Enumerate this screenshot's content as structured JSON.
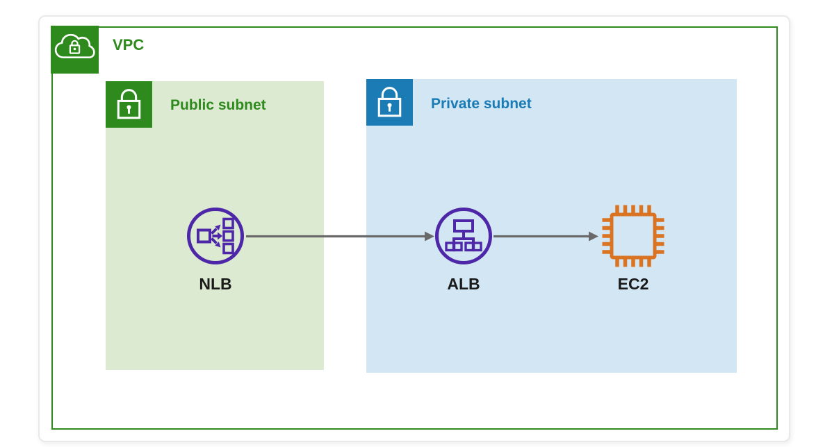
{
  "vpc": {
    "label": "VPC",
    "icon": "vpc-cloud-lock-icon"
  },
  "subnets": [
    {
      "id": "public",
      "label": "Public subnet",
      "icon": "lock-icon",
      "type": "public"
    },
    {
      "id": "private",
      "label": "Private subnet",
      "icon": "lock-icon",
      "type": "private"
    }
  ],
  "nodes": [
    {
      "id": "nlb",
      "label": "NLB",
      "icon": "network-load-balancer-icon",
      "subnet": "public"
    },
    {
      "id": "alb",
      "label": "ALB",
      "icon": "application-load-balancer-icon",
      "subnet": "private"
    },
    {
      "id": "ec2",
      "label": "EC2",
      "icon": "ec2-chip-icon",
      "subnet": "private"
    }
  ],
  "edges": [
    {
      "from": "nlb",
      "to": "alb"
    },
    {
      "from": "alb",
      "to": "ec2"
    }
  ],
  "colors": {
    "vpc-green": "#2E8A1C",
    "public-subnet-fill": "#DCEAD2",
    "private-subnet-blue": "#1B7CB5",
    "private-subnet-fill": "#D2E6F3",
    "load-balancer-purple": "#4D27A8",
    "ec2-orange": "#DB7422",
    "arrow-gray": "#696969",
    "node-label-black": "#1A1A1A",
    "card-border-gray": "#E9E9E9"
  }
}
